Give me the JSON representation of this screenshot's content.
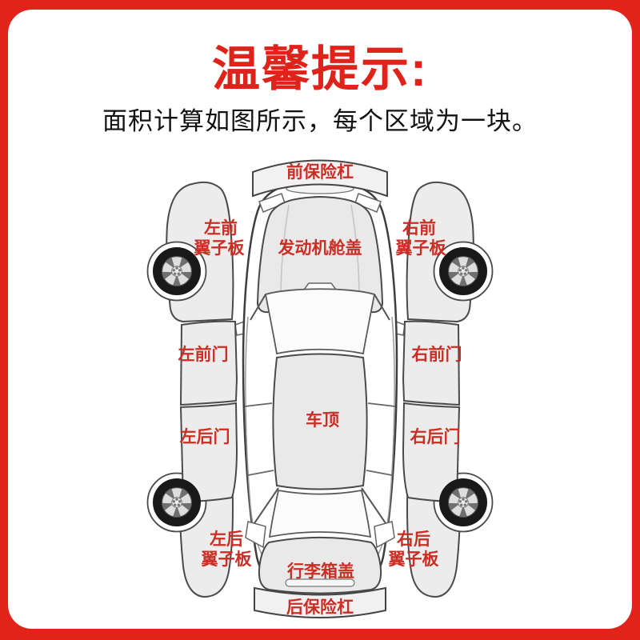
{
  "page": {
    "title": "温馨提示:",
    "subtitle": "面积计算如图所示，每个区域为一块。"
  },
  "colors": {
    "frame_red": "#e2231a",
    "title_red": "#e0231a",
    "label_red": "#cb2e24",
    "panel_gray": "#e9e9e9",
    "glass_white": "#fbfbfb",
    "outline_dark": "#3e3e3e",
    "tire_black": "#191919"
  },
  "diagram": {
    "labels": {
      "front_bumper": "前保险杠",
      "hood": "发动机舱盖",
      "roof": "车顶",
      "trunk_lid": "行李箱盖",
      "rear_bumper": "后保险杠",
      "left_front_door": "左前门",
      "left_rear_door": "左后门",
      "right_front_door": "右前门",
      "right_rear_door": "右后门",
      "left_front_fender": [
        "左前",
        "翼子板"
      ],
      "left_rear_fender": [
        "左后",
        "翼子板"
      ],
      "right_front_fender": [
        "右前",
        "翼子板"
      ],
      "right_rear_fender": [
        "右后",
        "翼子板"
      ]
    }
  }
}
